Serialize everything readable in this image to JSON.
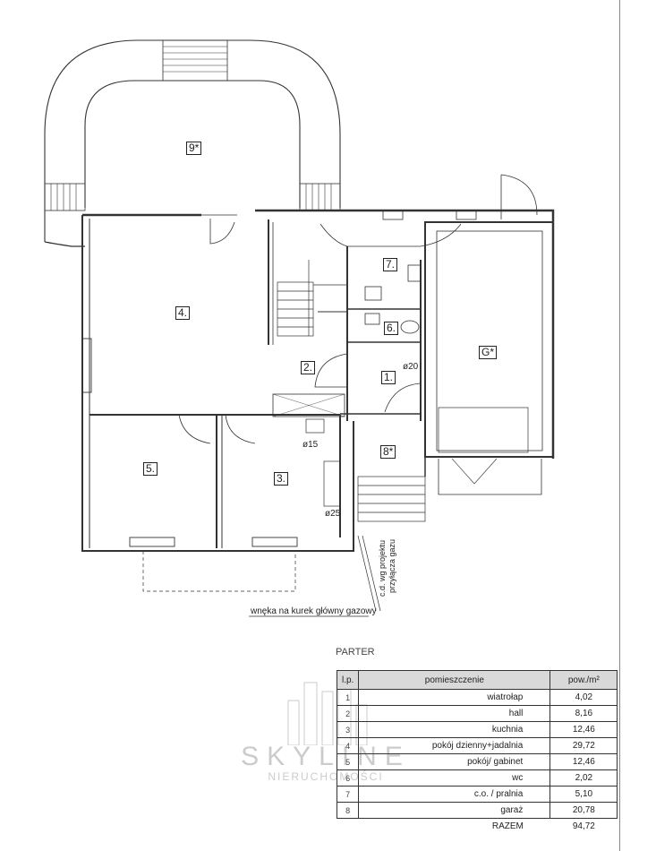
{
  "plan": {
    "rooms": [
      {
        "id": "9",
        "label": "9*"
      },
      {
        "id": "4",
        "label": "4."
      },
      {
        "id": "7",
        "label": "7."
      },
      {
        "id": "6",
        "label": "6."
      },
      {
        "id": "G",
        "label": "G*"
      },
      {
        "id": "2",
        "label": "2."
      },
      {
        "id": "1",
        "label": "1."
      },
      {
        "id": "8",
        "label": "8*"
      },
      {
        "id": "5",
        "label": "5."
      },
      {
        "id": "3",
        "label": "3."
      }
    ],
    "diameters": [
      "ø20",
      "ø15",
      "ø25"
    ],
    "notes": {
      "gas_valve": "wnęka na kurek główny gazowy",
      "cd_line1": "c.d. wg projektu",
      "cd_line2": "przyłącza gazu"
    }
  },
  "table": {
    "caption": "PARTER",
    "headers": {
      "lp": "l.p.",
      "room": "pomieszczenie",
      "area": "pow./m²"
    },
    "rows": [
      {
        "lp": "1",
        "name": "wiatrołap",
        "area": "4,02"
      },
      {
        "lp": "2",
        "name": "hall",
        "area": "8,16"
      },
      {
        "lp": "3",
        "name": "kuchnia",
        "area": "12,46"
      },
      {
        "lp": "4",
        "name": "pokój dzienny+jadalnia",
        "area": "29,72"
      },
      {
        "lp": "5",
        "name": "pokój/ gabinet",
        "area": "12,46"
      },
      {
        "lp": "6",
        "name": "wc",
        "area": "2,02"
      },
      {
        "lp": "7",
        "name": "c.o. / pralnia",
        "area": "5,10"
      },
      {
        "lp": "8",
        "name": "garaż",
        "area": "20,78"
      }
    ],
    "total_label": "RAZEM",
    "total_value": "94,72"
  },
  "watermark": {
    "brand": "SKYLINE",
    "sub": "NIERUCHOMOŚCI"
  }
}
